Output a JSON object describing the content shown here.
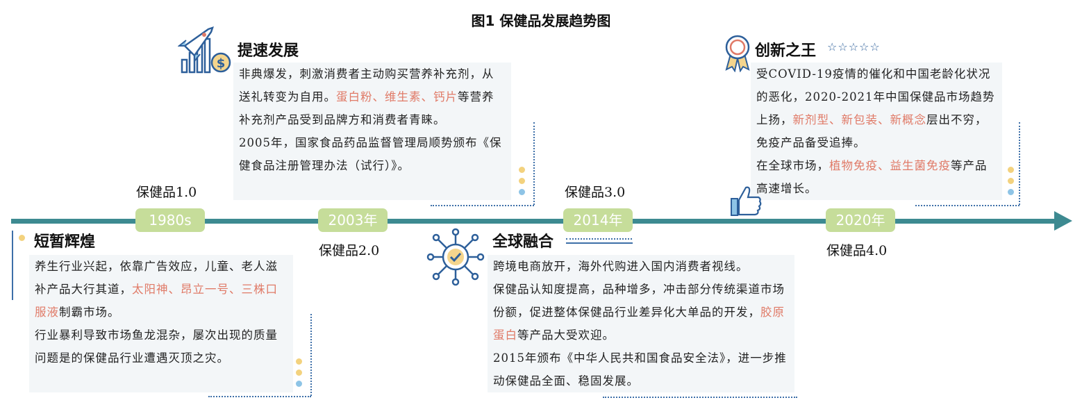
{
  "title": "图1  保健品发展趋势图",
  "milestones": [
    {
      "year": "1980s",
      "version": "保健品1.0",
      "heading": "短暂辉煌",
      "p1_a": "养生行业兴起，依靠广告效应，儿童、老人滋补产品大行其道，",
      "p1_hl": "太阳神、昂立一号、三株口服液",
      "p1_b": "制霸市场。",
      "p2": "行业暴利导致市场鱼龙混杂，屡次出现的质量问题是的保健品行业遭遇灭顶之灾。"
    },
    {
      "year": "2003年",
      "version": "保健品2.0",
      "heading": "提速发展",
      "p1_a": "非典爆发，刺激消费者主动购买营养补充剂，从送礼转变为自用。",
      "p1_hl": "蛋白粉、维生素、钙片",
      "p1_b": "等营养补充剂产品受到品牌方和消费者青睐。",
      "p2": "2005年，国家食品药品监督管理局顺势颁布《保健食品注册管理办法（试行）》。"
    },
    {
      "year": "2014年",
      "version": "保健品3.0",
      "heading": "全球融合",
      "p1": "跨境电商放开，海外代购进入国内消费者视线。",
      "p2_a": "保健品认知度提高，品种增多，冲击部分传统渠道市场份额，促进整体保健品行业差异化大单品的开发，",
      "p2_hl": "胶原蛋白",
      "p2_b": "等产品大受欢迎。",
      "p3": "2015年颁布《中华人民共和国食品安全法》，进一步推动保健品全面、稳固发展。"
    },
    {
      "year": "2020年",
      "version": "保健品4.0",
      "heading": "创新之王",
      "p1_a": "受COVID-19疫情的催化和中国老龄化状况的恶化，2020-2021年中国保健品市场趋势上扬，",
      "p1_hl": "新剂型、新包装、新概念",
      "p1_b": "层出不穷，免疫产品备受追捧。",
      "p2_a": "在全球市场，",
      "p2_hl": "植物免疫、益生菌免疫",
      "p2_b": "等产品高速增长。"
    }
  ],
  "stars": "☆☆☆☆☆",
  "colors": {
    "axis": "#3d8a91",
    "pill": "#c6dd9a",
    "highlight": "#e07a67",
    "accent": "#2d5f9a"
  }
}
